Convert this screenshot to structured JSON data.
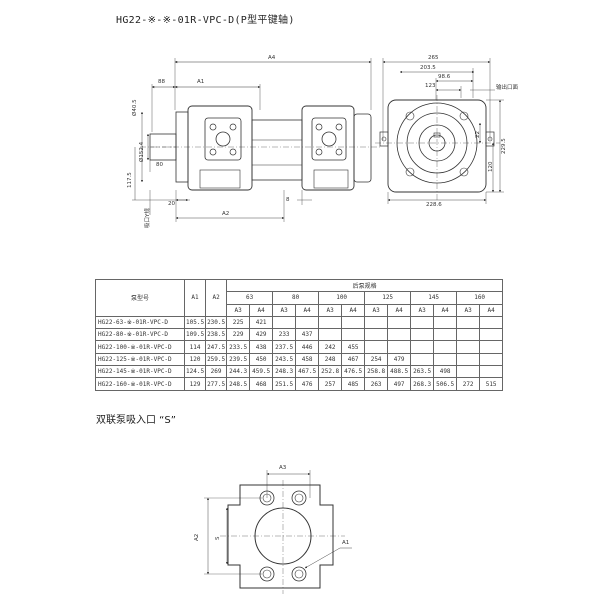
{
  "title": "HG22-※-※-01R-VPC-D(P型平键轴)",
  "section_title": "双联泵吸入口 “S”",
  "side_view": {
    "dims_top": [
      "A4",
      "88",
      "A1"
    ],
    "dims_left": [
      "Ø40.5",
      "Ø152.4",
      "117.5",
      "80"
    ],
    "dims_bottom": [
      "20",
      "A2",
      "8"
    ],
    "label_suction_port": "吸口Y规"
  },
  "end_view": {
    "dims_top": [
      "265",
      "203.5",
      "98.6",
      "123"
    ],
    "label_outlet": "输出口面",
    "dims_right": [
      "22",
      "229.5",
      "120"
    ],
    "dims_bottom": [
      "228.6"
    ]
  },
  "table": {
    "header_model": "泵型号",
    "header_a1": "A1",
    "header_a2": "A2",
    "header_rear": "后泵规格",
    "rear_sizes": [
      "63",
      "80",
      "100",
      "125",
      "145",
      "160"
    ],
    "sub_headers": [
      "A3",
      "A4"
    ],
    "rows": [
      {
        "model": "HG22-63-※-01R-VPC-D",
        "a1": "105.5",
        "a2": "230.5",
        "cells": [
          "225",
          "421",
          "",
          "",
          "",
          "",
          "",
          "",
          "",
          "",
          "",
          ""
        ]
      },
      {
        "model": "HG22-80-※-01R-VPC-D",
        "a1": "109.5",
        "a2": "238.5",
        "cells": [
          "229",
          "429",
          "233",
          "437",
          "",
          "",
          "",
          "",
          "",
          "",
          "",
          ""
        ]
      },
      {
        "model": "HG22-100-※-01R-VPC-D",
        "a1": "114",
        "a2": "247.5",
        "cells": [
          "233.5",
          "438",
          "237.5",
          "446",
          "242",
          "455",
          "",
          "",
          "",
          "",
          "",
          ""
        ]
      },
      {
        "model": "HG22-125-※-01R-VPC-D",
        "a1": "120",
        "a2": "259.5",
        "cells": [
          "239.5",
          "450",
          "243.5",
          "458",
          "248",
          "467",
          "254",
          "479",
          "",
          "",
          "",
          ""
        ]
      },
      {
        "model": "HG22-145-※-01R-VPC-D",
        "a1": "124.5",
        "a2": "269",
        "cells": [
          "244.3",
          "459.5",
          "248.3",
          "467.5",
          "252.8",
          "476.5",
          "258.8",
          "488.5",
          "263.5",
          "498",
          "",
          ""
        ]
      },
      {
        "model": "HG22-160-※-01R-VPC-D",
        "a1": "129",
        "a2": "277.5",
        "cells": [
          "248.5",
          "468",
          "251.5",
          "476",
          "257",
          "485",
          "263",
          "497",
          "268.3",
          "506.5",
          "272",
          "515"
        ]
      }
    ]
  },
  "port_view": {
    "dims": [
      "A3",
      "A2",
      "S",
      "A1"
    ]
  }
}
